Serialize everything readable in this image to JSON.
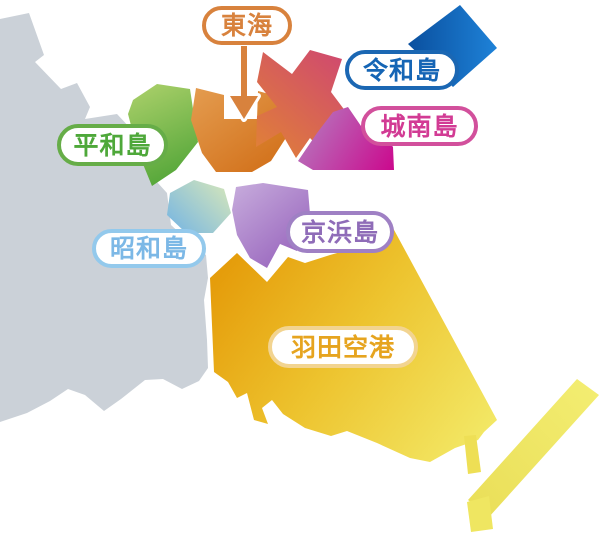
{
  "map": {
    "background_color": "#ffffff",
    "mainland": {
      "id": "mainland",
      "color": "#cbd1d8"
    },
    "labels": [
      {
        "id": "tokai",
        "text": "東海",
        "text_color": "#d8823d",
        "border_color": "#d8823d"
      },
      {
        "id": "reiwajima",
        "text": "令和島",
        "text_color": "#1565b5",
        "border_color": "#1b67b3"
      },
      {
        "id": "jonanjima",
        "text": "城南島",
        "text_color": "#d23b94",
        "border_color": "#d2509c"
      },
      {
        "id": "heiwajima",
        "text": "平和島",
        "text_color": "#4ea83a",
        "border_color": "#66ad48"
      },
      {
        "id": "showajima",
        "text": "昭和島",
        "text_color": "#7cb8e6",
        "border_color": "#93c9ec"
      },
      {
        "id": "keihinjima",
        "text": "京浜島",
        "text_color": "#8f6cb8",
        "border_color": "#9f80c4"
      },
      {
        "id": "haneda",
        "text": "羽田空港",
        "text_color": "#e6a41f",
        "border_color": "#f2d491"
      }
    ],
    "islands": [
      {
        "id": "heiwajima-island",
        "color_from": "#a9cf69",
        "color_to": "#4da335"
      },
      {
        "id": "tokai-island",
        "color_from": "#e39a4d",
        "color_to": "#d3731d"
      },
      {
        "id": "unlabeled-red-island",
        "color_from": "#e08038",
        "color_to": "#d04a6e"
      },
      {
        "id": "jonanjima-island",
        "color_from": "#b57cc0",
        "color_to": "#cb0a8e"
      },
      {
        "id": "keihinjima-island",
        "color_from": "#c5a9db",
        "color_to": "#9560bb"
      },
      {
        "id": "showajima-island",
        "color_from": "#cfe3bd",
        "color_to": "#76b5e2"
      },
      {
        "id": "reiwajima-island",
        "color_from": "#0a4f9e",
        "color_to": "#1e82d8"
      },
      {
        "id": "haneda-airport-island",
        "color_from": "#e59d0b",
        "color_to": "#f3e967"
      },
      {
        "id": "haneda-runway-strip",
        "color_from": "#eadf59",
        "color_to": "#f3ed71"
      }
    ],
    "arrow": {
      "id": "tokai-pointer-arrow",
      "color": "#d8823d"
    }
  }
}
